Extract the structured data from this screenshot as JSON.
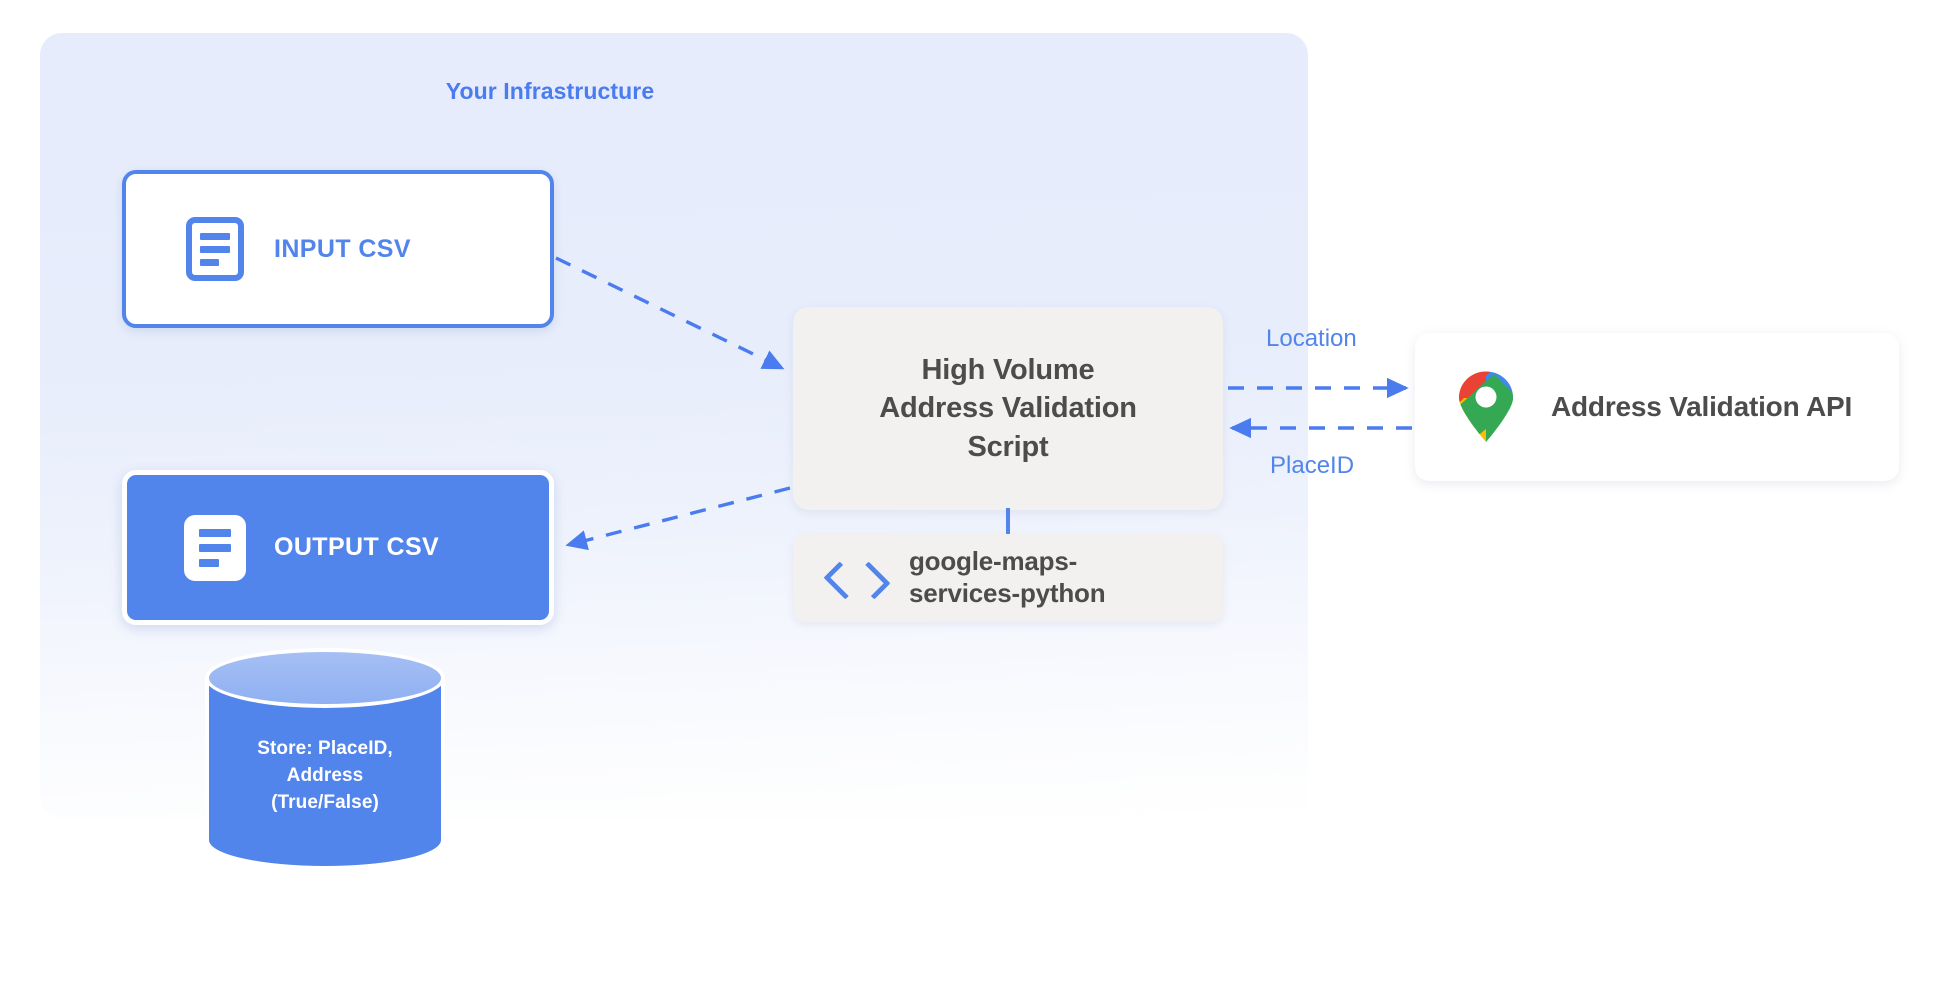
{
  "diagram": {
    "panel": {
      "title": "Your Infrastructure",
      "accent_color": "#4a7cf0",
      "background_color": "#e6ecfb"
    },
    "nodes": {
      "input_csv": {
        "label": "INPUT CSV",
        "icon": "document-icon",
        "border_color": "#5285ec",
        "fill_color": "#ffffff"
      },
      "output_csv": {
        "label": "OUTPUT CSV",
        "icon": "document-icon",
        "border_color": "#ffffff",
        "fill_color": "#5285ec"
      },
      "script": {
        "line1": "High Volume",
        "line2": "Address Validation",
        "line3": "Script",
        "fill_color": "#f2f1ef",
        "text_color": "#4c4c4c"
      },
      "library": {
        "line1": "google-maps-",
        "line2": "services-python",
        "icon": "code-brackets-icon",
        "fill_color": "#f2f1ef"
      },
      "api": {
        "label": "Address Validation API",
        "icon": "google-maps-pin-icon",
        "fill_color": "#ffffff"
      },
      "database": {
        "line1": "Store: PlaceID,",
        "line2": "Address",
        "line3": "(True/False)",
        "fill_color": "#5285ec",
        "top_color": "#8fb0f2"
      }
    },
    "edges": {
      "location_label": "Location",
      "placeid_label": "PlaceID",
      "edge_color": "#4a7cf0"
    }
  }
}
